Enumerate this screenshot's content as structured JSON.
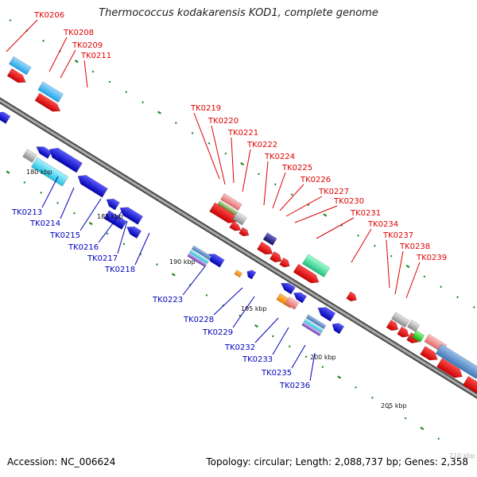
{
  "title": "Thermococcus kodakarensis KOD1, complete genome",
  "footer": {
    "accession": "Accession: NC_006624",
    "summary": "Topology: circular; Length: 2,088,737 bp; Genes: 2,358"
  },
  "scale_marks": [
    "180 kbp",
    "185 kbp",
    "190 kbp",
    "195 kbp",
    "200 kbp",
    "205 kbp",
    "210 kbp"
  ],
  "genes_upper": [
    "TK0206",
    "TK0208",
    "TK0209",
    "TK0211",
    "TK0219",
    "TK0220",
    "TK0221",
    "TK0222",
    "TK0224",
    "TK0225",
    "TK0226",
    "TK0227",
    "TK0230",
    "TK0231",
    "TK0234",
    "TK0237",
    "TK0238",
    "TK0239"
  ],
  "genes_lower": [
    "TK0213",
    "TK0214",
    "TK0215",
    "TK0216",
    "TK0217",
    "TK0218",
    "TK0223",
    "TK0228",
    "TK0229",
    "TK0232",
    "TK0233",
    "TK0235",
    "TK0236"
  ],
  "colors": {
    "forward_strand": "#ee1111",
    "reverse_strand": "#1111dd",
    "upper_label": "#dd0000",
    "lower_label": "#0000bb",
    "backbone": "#808080",
    "ruler_dash": "#228b22"
  }
}
